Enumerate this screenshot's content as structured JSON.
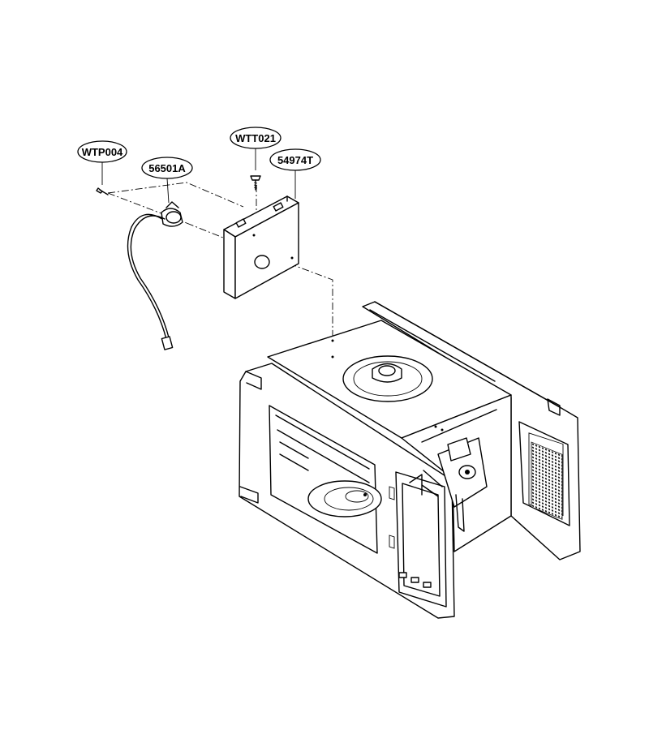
{
  "callouts": [
    {
      "id": "wtp004",
      "text": "WTP004"
    },
    {
      "id": "56501a",
      "text": "56501A"
    },
    {
      "id": "wtt021",
      "text": "WTT021"
    },
    {
      "id": "54974t",
      "text": "54974T"
    }
  ],
  "colors": {
    "line": "#000000",
    "background": "#ffffff"
  }
}
